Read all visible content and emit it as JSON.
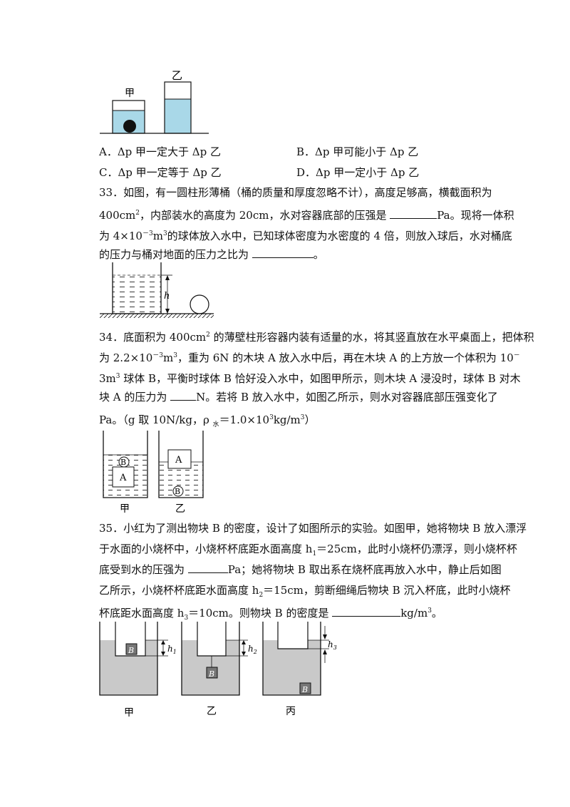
{
  "fig32": {
    "label_jia": "甲",
    "label_yi": "乙"
  },
  "q32_options": {
    "a": "A．Δp 甲一定大于 Δp 乙",
    "b": "B．Δp 甲可能小于 Δp 乙",
    "c": "C．Δp 甲一定等于 Δp 乙",
    "d": "D．Δp 甲一定小于 Δp 乙"
  },
  "q33": {
    "l1": "33．如图，有一圆柱形薄桶（桶的质量和厚度忽略不计），高度足够高，横截面积为",
    "l2_a": "400cm",
    "l2_sup": "2",
    "l2_b": "，内部装水的高度为 20cm，水对容器底部的压强是 ",
    "l2_c": "Pa。现将一体积",
    "l3_a": "为 4×10",
    "l3_sup1": "－3",
    "l3_b": "m",
    "l3_sup2": "3",
    "l3_c": "的球体放入水中，已知球体密度为水密度的 4 倍，则放入球后，水对桶底",
    "l4_a": "的压力与桶对地面的压力之比为 ",
    "l4_b": "。",
    "fig_h": "h"
  },
  "q34": {
    "l1_a": "34．底面积为 400cm",
    "l1_sup": "2",
    "l1_b": " 的薄壁柱形容器内装有适量的水，将其竖直放在水平桌面上，把体积",
    "l2_a": "为 2.2×10",
    "l2_sup1": "－3",
    "l2_b": "m",
    "l2_sup2": "3",
    "l2_c": "，重为 6N 的木块 A 放入水中后，再在木块 A 的上方放一个体积为 10",
    "l2_sup3": "－",
    "l3_a": "3",
    "l3_b": "m",
    "l3_sup": "3",
    "l3_c": " 球体 B，平衡时球体 B 恰好没入水中，如图甲所示，则木块 A 浸没时，球体 B 对木",
    "l4_a": "块 A 的压力为 ",
    "l4_b": "N。若将 B 放入水中，如图乙所示，则水对容器底部压强变化了",
    "l5_a": "Pa。（g 取 10N/kg，ρ ",
    "l5_sub": "水",
    "l5_b": "＝1.0×10",
    "l5_sup": "3",
    "l5_c": "kg/m",
    "l5_sup2": "3",
    "l5_d": "）",
    "fig_A": "A",
    "fig_B": "B",
    "label_jia": "甲",
    "label_yi": "乙"
  },
  "q35": {
    "l1": "35．小红为了测出物块 B 的密度，设计了如图所示的实验。如图甲，她将物块 B 放入漂浮",
    "l2_a": "于水面的小烧杯中，小烧杯杯底距水面高度 h",
    "l2_sub": "1",
    "l2_b": "＝25cm，此时小烧杯仍漂浮，则小烧杯杯",
    "l3_a": "底受到水的压强为 ",
    "l3_b": "Pa；她将物块 B 取出系在烧杯底再放入水中，静止后如图",
    "l4_a": "乙所示，小烧杯杯底距水面高度 h",
    "l4_sub": "2",
    "l4_b": "＝15cm，剪断细绳后物块 B 沉入杯底，此时小烧杯",
    "l5_a": "杯底距水面高度 h",
    "l5_sub": "3",
    "l5_b": "＝10cm。则物块 B 的密度是 ",
    "l5_c": "kg/m",
    "l5_sup": "3",
    "l5_d": "。",
    "fig_B": "B",
    "fig_h": "h",
    "fig_h1": "1",
    "fig_h2": "2",
    "fig_h3": "3",
    "label_jia": "甲",
    "label_yi": "乙",
    "label_bing": "丙"
  }
}
